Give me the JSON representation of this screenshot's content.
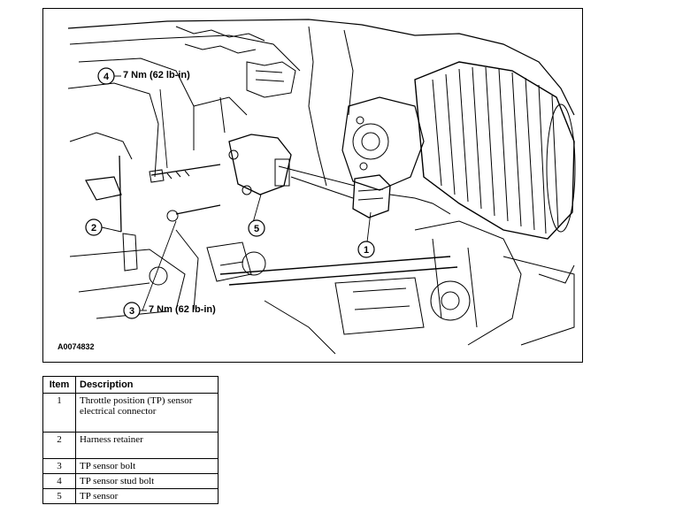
{
  "figure": {
    "id": "A0074832",
    "callouts": [
      {
        "number": "4",
        "label": "7 Nm (62 lb-in)"
      },
      {
        "number": "2",
        "label": ""
      },
      {
        "number": "5",
        "label": ""
      },
      {
        "number": "1",
        "label": ""
      },
      {
        "number": "3",
        "label": "7 Nm (62 lb-in)"
      }
    ]
  },
  "legend": {
    "headers": {
      "item": "Item",
      "description": "Description"
    },
    "rows": [
      {
        "item": "1",
        "description": "Throttle position (TP) sensor electrical connector"
      },
      {
        "item": "2",
        "description": "Harness retainer"
      },
      {
        "item": "3",
        "description": "TP sensor bolt"
      },
      {
        "item": "4",
        "description": "TP sensor stud bolt"
      },
      {
        "item": "5",
        "description": "TP sensor"
      }
    ]
  }
}
